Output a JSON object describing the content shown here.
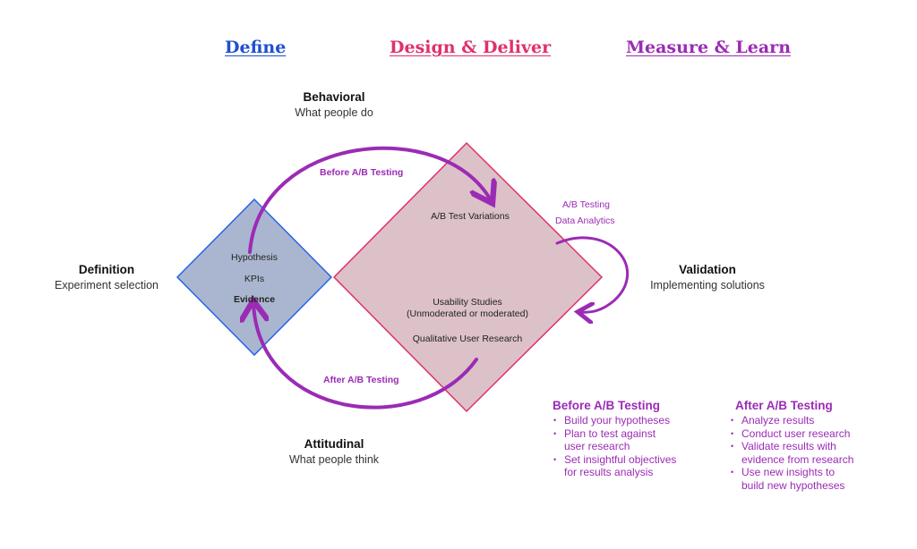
{
  "headers": {
    "define": "Define",
    "design_deliver": "Design & Deliver",
    "measure_learn": "Measure & Learn"
  },
  "colors": {
    "define": "#1f4fd1",
    "design_deliver": "#e0306a",
    "measure_learn": "#9b2bb5",
    "define_fill": "#aab6cf",
    "define_stroke": "#2563eb",
    "design_fill": "#dcc1c8",
    "design_stroke": "#e0306a",
    "arrow": "#9b2bb5"
  },
  "behavioral": {
    "title": "Behavioral",
    "subtitle": "What people do"
  },
  "attitudinal": {
    "title": "Attitudinal",
    "subtitle": "What people think"
  },
  "definition": {
    "title": "Definition",
    "subtitle": "Experiment selection"
  },
  "validation": {
    "title": "Validation",
    "subtitle": "Implementing solutions"
  },
  "define_diamond": {
    "items": [
      "Hypothesis",
      "KPIs",
      "Evidence"
    ]
  },
  "design_diamond": {
    "top": "A/B Test Variations",
    "usability_line1": "Usability Studies",
    "usability_line2": "(Unmoderated or moderated)",
    "qualitative": "Qualitative User Research"
  },
  "arrows": {
    "before": "Before A/B Testing",
    "after": "After A/B Testing"
  },
  "loop_labels": [
    "A/B Testing",
    "Data Analytics"
  ],
  "before_list": {
    "title": "Before A/B Testing",
    "items": [
      [
        "Build your hypotheses"
      ],
      [
        "Plan to test against",
        "user research"
      ],
      [
        "Set insightful objectives",
        "for results analysis"
      ]
    ]
  },
  "after_list": {
    "title": "After A/B Testing",
    "items": [
      [
        "Analyze results"
      ],
      [
        "Conduct user research"
      ],
      [
        "Validate results with",
        "evidence from research"
      ],
      [
        "Use new insights to",
        "build new hypotheses"
      ]
    ]
  }
}
